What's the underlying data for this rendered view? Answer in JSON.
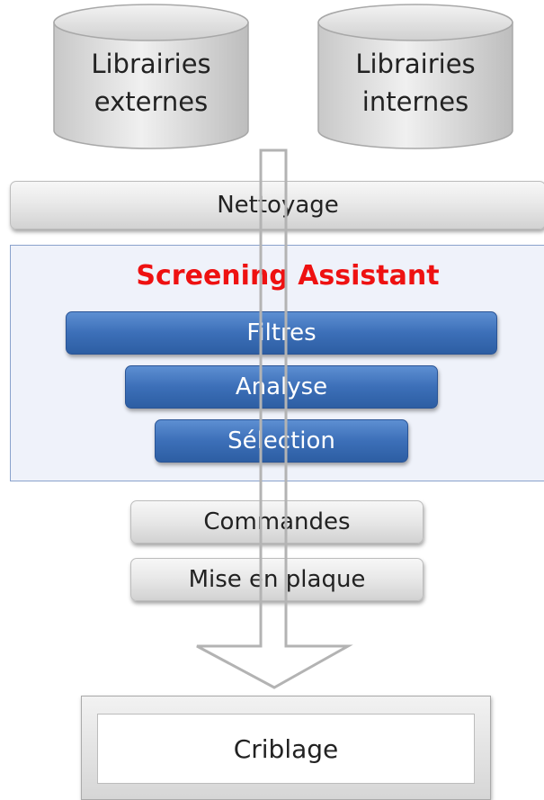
{
  "sources": {
    "external": {
      "line1": "Librairies",
      "line2": "externes"
    },
    "internal": {
      "line1": "Librairies",
      "line2": "internes"
    }
  },
  "steps": {
    "cleaning": "Nettoyage"
  },
  "panel": {
    "title": "Screening Assistant",
    "stages": [
      "Filtres",
      "Analyse",
      "Sélection"
    ]
  },
  "post_steps": [
    "Commandes",
    "Mise en plaque"
  ],
  "result": {
    "label": "Criblage"
  },
  "colors": {
    "title_red": "#ee1111",
    "blue_bar": "#3c6fb8",
    "panel_fill": "#e4eaf6"
  }
}
